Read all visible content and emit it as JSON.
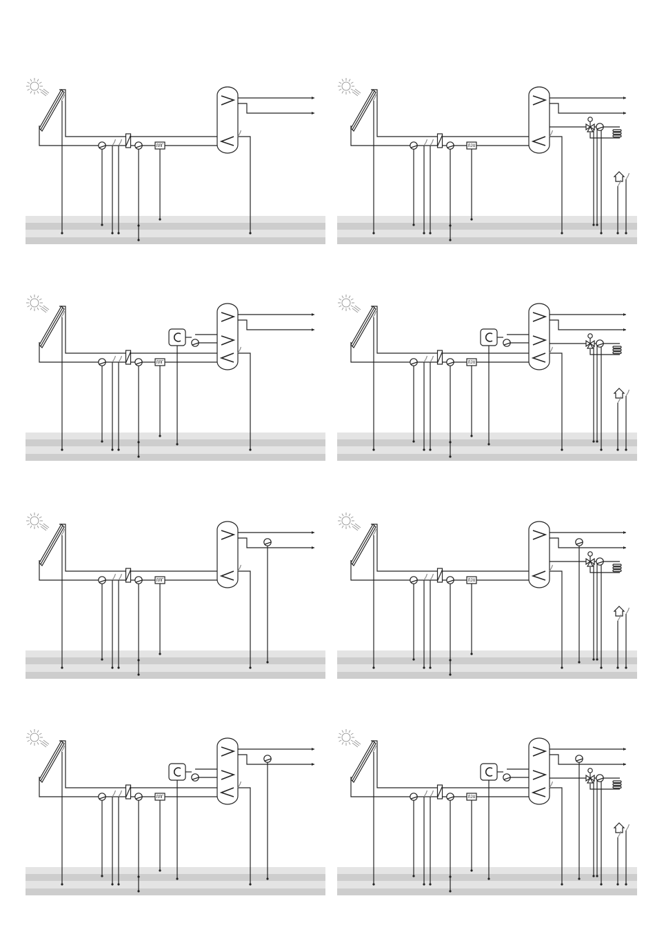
{
  "diagram": {
    "kind": "solar thermal system schematics",
    "panels": [
      {
        "id": "p1",
        "col": 0,
        "row": 0,
        "extra_storage_coil": false,
        "return_pump": false,
        "heating_circuit": false,
        "controller_symbol": "ЛЛГ"
      },
      {
        "id": "p2",
        "col": 1,
        "row": 0,
        "extra_storage_coil": false,
        "return_pump": false,
        "heating_circuit": true,
        "controller_symbol": "ЛJU"
      },
      {
        "id": "p3",
        "col": 0,
        "row": 1,
        "extra_storage_coil": true,
        "return_pump": false,
        "heating_circuit": false,
        "controller_symbol": "ЛЛГ"
      },
      {
        "id": "p4",
        "col": 1,
        "row": 1,
        "extra_storage_coil": true,
        "return_pump": false,
        "heating_circuit": true,
        "controller_symbol": "ЛJU"
      },
      {
        "id": "p5",
        "col": 0,
        "row": 2,
        "extra_storage_coil": false,
        "return_pump": true,
        "heating_circuit": false,
        "controller_symbol": "ЛЛГ"
      },
      {
        "id": "p6",
        "col": 1,
        "row": 2,
        "extra_storage_coil": false,
        "return_pump": true,
        "heating_circuit": true,
        "controller_symbol": "ЛJU"
      },
      {
        "id": "p7",
        "col": 0,
        "row": 3,
        "extra_storage_coil": true,
        "return_pump": true,
        "heating_circuit": false,
        "controller_symbol": "ЛЛГ"
      },
      {
        "id": "p8",
        "col": 1,
        "row": 3,
        "extra_storage_coil": true,
        "return_pump": true,
        "heating_circuit": true,
        "controller_symbol": "ЛJU"
      }
    ],
    "colors": {
      "line": "#222222",
      "sensor": "#8a8a8a",
      "band_light": "#e4e4e4",
      "band_mid": "#cdcdcd",
      "sun": "#9a9a9a"
    },
    "icons": [
      "sun-icon",
      "collector-icon",
      "pump-icon",
      "heat-exchanger-icon",
      "flow-meter-icon",
      "storage-tank-icon",
      "boiler-icon",
      "mixing-valve-icon",
      "radiator-icon",
      "house-icon"
    ]
  }
}
